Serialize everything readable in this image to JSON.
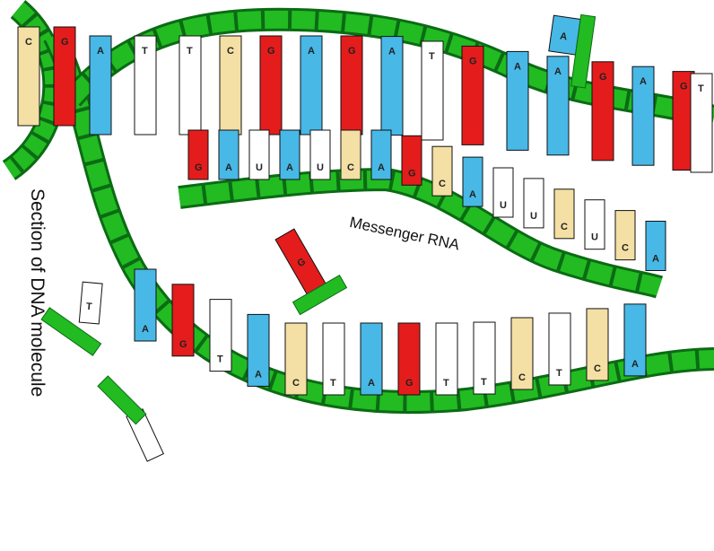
{
  "labels": {
    "side": "Section of DNA molecule",
    "rna": "Messenger RNA"
  },
  "colors": {
    "backbone": "#22bb22",
    "backbone_dark": "#0b6b14",
    "rung": "#e7e61a",
    "G": "#e41c1c",
    "A": "#48b8e6",
    "T": "#ffffff",
    "C": "#f4dfa4",
    "U": "#ffffff"
  },
  "bases": {
    "upper_strand": [
      "C",
      "G",
      "A",
      "T",
      "T",
      "C",
      "G",
      "A",
      "G",
      "A",
      "T",
      "G",
      "A",
      "A",
      "G",
      "A",
      "G",
      "T"
    ],
    "rna_strand": [
      "G",
      "A",
      "U",
      "A",
      "U",
      "C",
      "A",
      "G",
      "C",
      "A",
      "U",
      "U",
      "C",
      "U",
      "C",
      "A"
    ],
    "lower_strand": [
      "A",
      "G",
      "T",
      "A",
      "C",
      "T",
      "A",
      "G",
      "T",
      "T",
      "C",
      "T",
      "C",
      "A"
    ],
    "free_nucleotides": [
      "G",
      "A",
      "T"
    ]
  }
}
